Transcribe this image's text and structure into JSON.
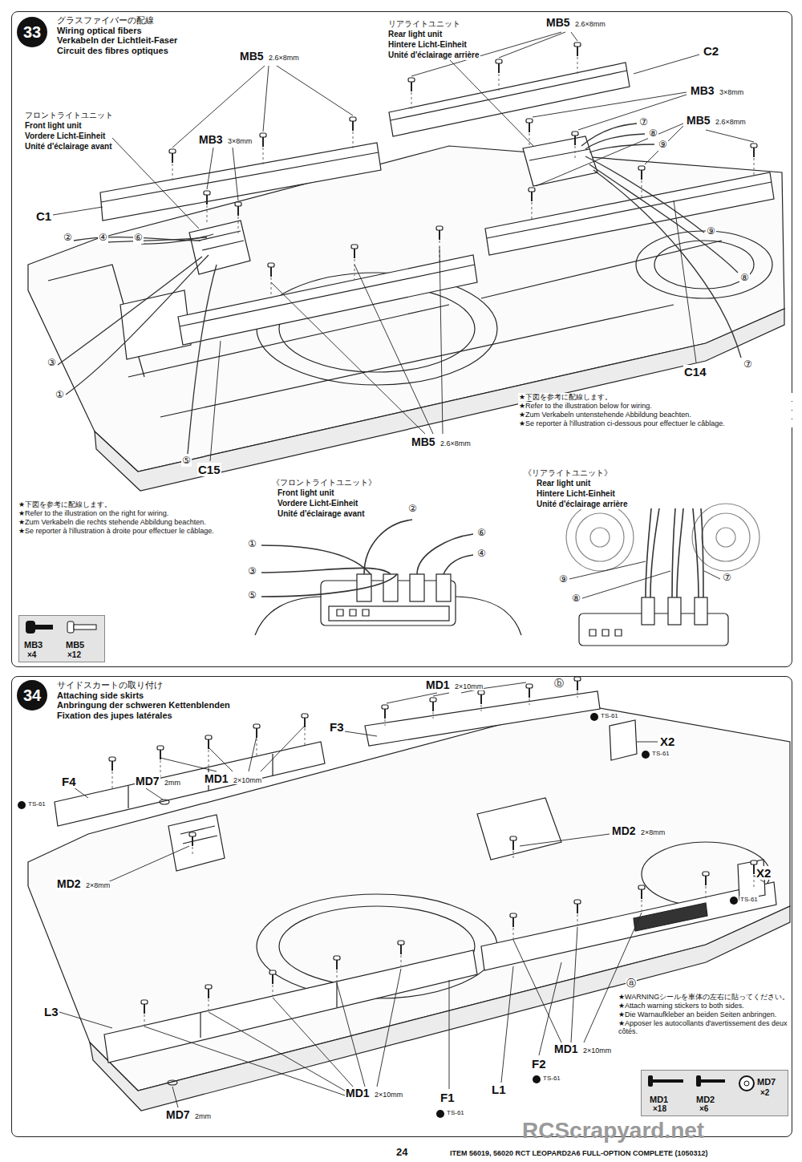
{
  "diagram": {
    "nodes": [
      {
        "text": [
          "グラスファイバーの配線",
          "Wiring optical fibers",
          "Verkabeln der Lichtleit-Faser",
          "Circuit des fibres optiques"
        ]
      },
      {
        "text": [
          "33"
        ],
        "in": 0
      },
      {
        "text": [
          "MB3",
          "×4",
          "MB5",
          "×12"
        ],
        "in": 0
      },
      {
        "text": [
          "サイドスカートの取り付け",
          "Attaching side skirts",
          "Anbringung der schweren Kettenblenden",
          "Fixation des jupes latérales"
        ]
      },
      {
        "text": [
          "34"
        ],
        "in": 3
      },
      {
        "text": [
          "MD1",
          "×18",
          "MD2",
          "×6",
          "MD7",
          "×2"
        ],
        "in": 3
      }
    ],
    "labels": [
      "MB5",
      "2.6×8mm",
      "リアライトユニット",
      "Rear light unit",
      "Hintere Licht-Einheit",
      "Unité d'éclairage arrière",
      "C2",
      "MB3",
      "3×8mm",
      "MB5",
      "2.6×8mm",
      "MB5",
      "2.6×8mm",
      "フロントライトユニット",
      "Front light unit",
      "Vordere Licht-Einheit",
      "Unité d'éclairage avant",
      "MB3",
      "3×8mm",
      "C1",
      "②",
      "④",
      "⑥",
      "③",
      "①",
      "⑤",
      "⑦",
      "⑧",
      "⑨",
      "⑨",
      "⑧",
      "⑦",
      "C14",
      "★下図を参考に配線します。",
      "★Refer to the illustration below for wiring.",
      "★Zum Verkabeln untenstehende Abbildung beachten.",
      "★Se reporter à l'illustration ci-dessous pour effectuer le câblage.",
      "MB5",
      "2.6×8mm",
      "C15",
      "★下図を参考に配線します。",
      "★Refer to the illustration on the right for wiring.",
      "★Zum Verkabeln die rechts stehende Abbildung beachten.",
      "★Se reporter à l'illustration à droite pour effectuer le câblage.",
      "《フロントライトユニット》",
      "Front light unit",
      "Vordere Licht-Einheit",
      "Unité d'éclairage avant",
      "②",
      "⑥",
      "④",
      "①",
      "③",
      "⑤",
      "《リアライトユニット》",
      "Rear light unit",
      "Hintere Licht-Einheit",
      "Unité d'éclairage arrière",
      "⑨",
      "⑧",
      "⑦",
      "MD1",
      "2×10mm",
      "ⓑ",
      "TS-61",
      "F3",
      "X2",
      "TS-61",
      "F4",
      "MD7",
      "2mm",
      "MD1",
      "2×10mm",
      "TS-61",
      "MD2",
      "2×8mm",
      "X2",
      "TS-61",
      "MD2",
      "2×8mm",
      "ⓐ",
      "★WARNINGシールを車体の左右に貼ってください。",
      "★Attach warning stickers to both sides.",
      "★Die Warnaufkleber an beiden Seiten anbringen.",
      "★Apposer les autocollants d'avertissement des deux côtés.",
      "L3",
      "MD1",
      "2×10mm",
      "F2",
      "TS-61",
      "L1",
      "F1",
      "TS-61",
      "MD1",
      "2×10mm",
      "MD7",
      "2mm",
      "24",
      "ITEM 56019, 56020 RCT LEOPARD2A6 FULL-OPTION COMPLETE (1050312)",
      "RCScrapyard.net"
    ]
  }
}
